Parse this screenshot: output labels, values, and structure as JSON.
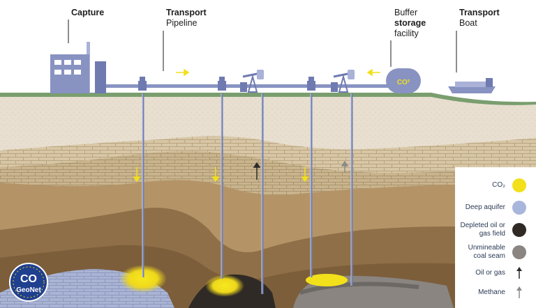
{
  "labels": {
    "capture": {
      "bold": "Capture"
    },
    "transport_pipeline": {
      "bold": "Transport",
      "normal": "Pipeline"
    },
    "buffer_storage": {
      "line1": "Buffer",
      "bold": "storage",
      "line3": "facility"
    },
    "transport_boat": {
      "bold": "Transport",
      "normal": "Boat"
    },
    "tank_text": "CO²"
  },
  "legend": {
    "items": [
      {
        "label": "CO₂",
        "color": "#f2e01a",
        "kind": "dot"
      },
      {
        "label": "Deep aquifer",
        "color": "#a9b6dc",
        "kind": "dot"
      },
      {
        "label": "Depleted oil or gas field",
        "color": "#2f2a26",
        "kind": "dot"
      },
      {
        "label": "Unmineable coal seam",
        "color": "#8a8580",
        "kind": "dot"
      },
      {
        "label": "Oil or gas",
        "color": "#2b2b2b",
        "kind": "arrow"
      },
      {
        "label": "Methane",
        "color": "#8a8a8a",
        "kind": "arrow"
      }
    ]
  },
  "logo": {
    "line1": "CO",
    "line2": "GeoNet"
  },
  "colors": {
    "co2": "#f2e01a",
    "pipe": "#8893c2",
    "ground": "#7a9e6e",
    "sky": "#ffffff"
  }
}
